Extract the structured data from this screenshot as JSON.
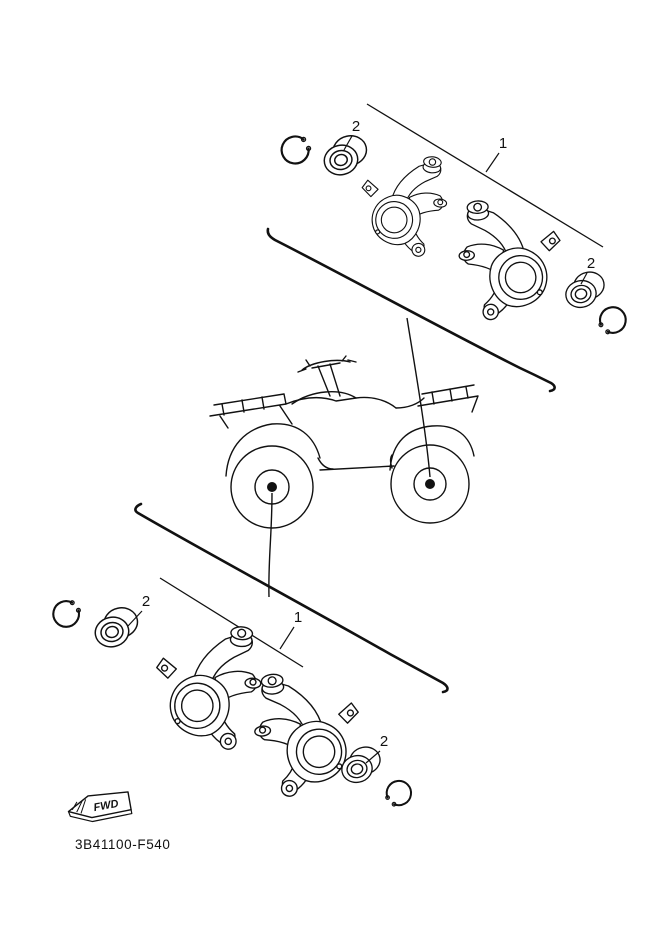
{
  "page": {
    "background_color": "#ffffff",
    "ink_color": "#111111"
  },
  "labels": {
    "part_code": "3B41100-F540",
    "fwd": "FWD"
  },
  "callouts": {
    "top_assembly": "1",
    "top_bearing_left": "2",
    "top_bearing_right": "2",
    "bottom_assembly": "1",
    "bottom_bearing_left": "2",
    "bottom_bearing_right": "2"
  }
}
